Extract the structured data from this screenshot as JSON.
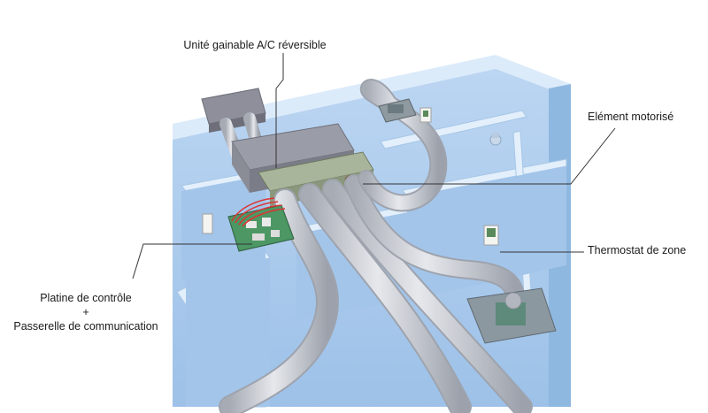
{
  "labels": {
    "unit": "Unité gainable A/C réversible",
    "motor": "Elément motorisé",
    "thermostat": "Thermostat de zone",
    "control_line1": "Platine de contrôle",
    "control_plus": "+",
    "control_line2": "Passerelle de communication"
  },
  "colors": {
    "wall_light": "#cfe3f7",
    "wall_mid": "#a9caec",
    "wall_dark": "#86b2de",
    "duct": "#c9ccd4",
    "duct_shadow": "#9ea3ad",
    "unit_box": "#8f939e",
    "actuator_box": "#9aa98a",
    "board": "#3f8a5a",
    "leader": "#333333"
  }
}
